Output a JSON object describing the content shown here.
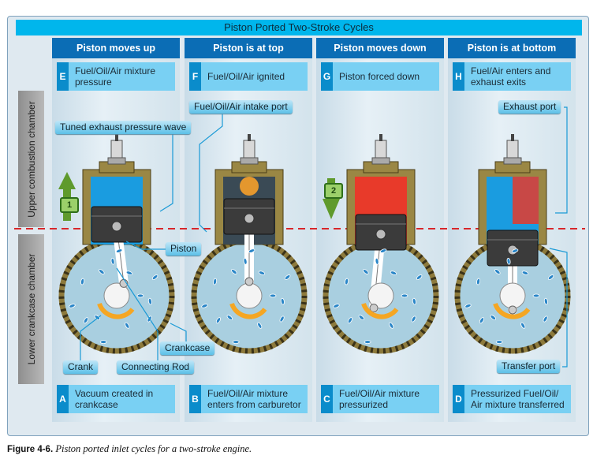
{
  "title": "Piston Ported Two-Stroke Cycles",
  "side_labels": {
    "upper": "Upper combustion chamber",
    "lower": "Lower crankcase chamber"
  },
  "columns": [
    {
      "header": "Piston moves up",
      "top_letter": "E",
      "top_text": "Fuel/Oil/Air mixture pressure",
      "bottom_letter": "A",
      "bottom_text": "Vacuum created in crankcase"
    },
    {
      "header": "Piston is at top",
      "top_letter": "F",
      "top_text": "Fuel/Oil/Air ignited",
      "bottom_letter": "B",
      "bottom_text": "Fuel/Oil/Air mixture enters from carburetor"
    },
    {
      "header": "Piston moves down",
      "top_letter": "G",
      "top_text": "Piston forced down",
      "bottom_letter": "C",
      "bottom_text": "Fuel/Oil/Air mixture pressurized"
    },
    {
      "header": "Piston is at bottom",
      "top_letter": "H",
      "top_text": "Fuel/Air enters and exhaust exits",
      "bottom_letter": "D",
      "bottom_text": "Pressurized Fuel/Oil/ Air mixture transferred"
    }
  ],
  "callouts": {
    "exhaust_wave": "Tuned exhaust pressure wave",
    "intake_port": "Fuel/Oil/Air intake port",
    "exhaust_port": "Exhaust port",
    "piston": "Piston",
    "crankcase": "Crankcase",
    "crank": "Crank",
    "connecting_rod": "Connecting Rod",
    "transfer_port": "Transfer port"
  },
  "steps": {
    "up": "1",
    "down": "2"
  },
  "caption": {
    "label": "Figure 4-6.",
    "text": "Piston ported inlet cycles for a two-stroke engine."
  },
  "colors": {
    "title_bar": "#00b6ec",
    "header": "#0b6db5",
    "mixture": "#1a9ce0",
    "burn": "#e83a2a",
    "crankcase": "#a9cfe0",
    "arrow": "#5f9a2c"
  }
}
